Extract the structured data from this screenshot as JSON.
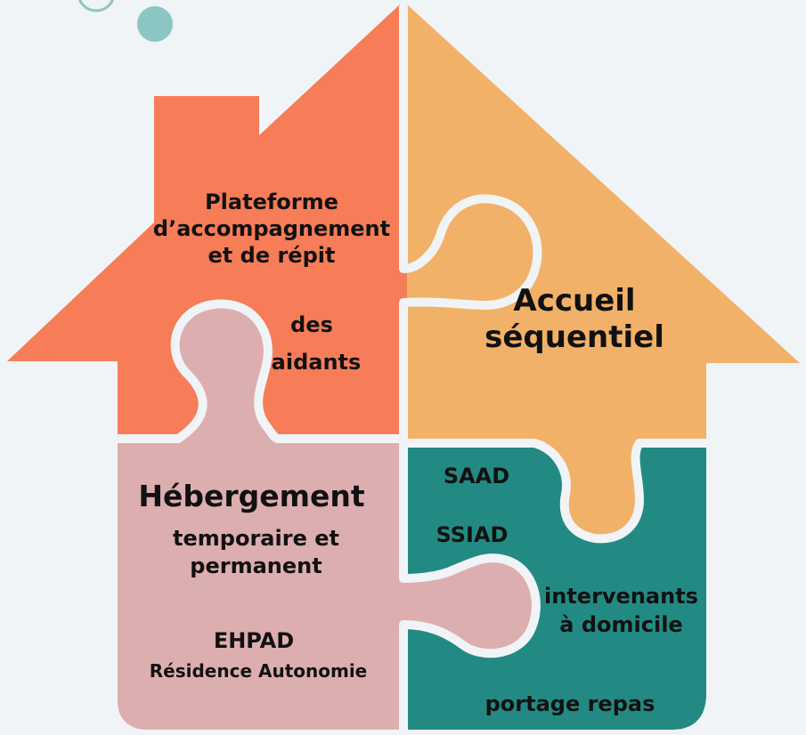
{
  "colors": {
    "background": "#f0f4f6",
    "orange_piece": "#f77c58",
    "yellow_piece": "#f2b168",
    "pink_piece": "#ddaeaf",
    "teal_piece": "#228a83",
    "gap": "#f0f4f6",
    "teal_circle": "#8cc6c3",
    "text": "#111111"
  },
  "pieces": {
    "plateforme": {
      "line1": "Plateforme",
      "line2": "d’accompagnement",
      "line3": "et de répit",
      "line4": "des",
      "line5": "aidants"
    },
    "accueil": {
      "line1": "Accueil",
      "line2": "séquentiel"
    },
    "hebergement": {
      "line1": "Hébergement",
      "line2": "temporaire et",
      "line3": "permanent",
      "ehpad": "EHPAD",
      "residence": "Résidence Autonomie"
    },
    "domicile": {
      "saad": "SAAD",
      "ssiad": "SSIAD",
      "intervenants_line1": "intervenants",
      "intervenants_line2": "à domicile",
      "portage": "portage repas"
    }
  }
}
